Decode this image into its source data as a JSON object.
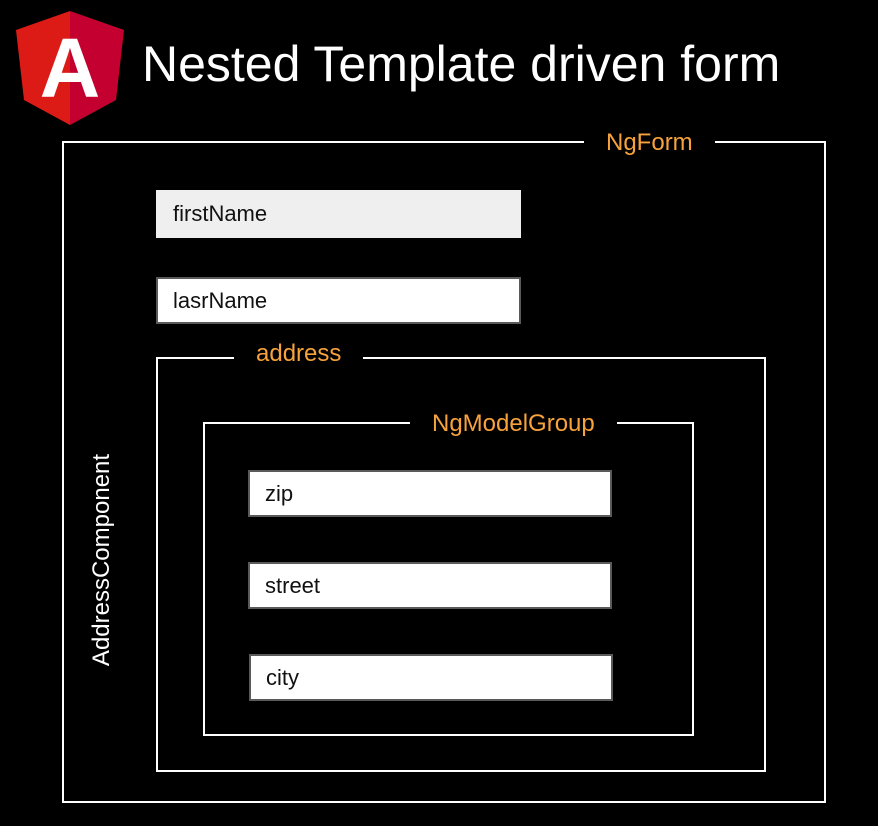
{
  "header": {
    "title": "Nested Template driven form",
    "logo": "angular-logo",
    "logo_letter": "A"
  },
  "colors": {
    "background": "#000000",
    "frame": "#ffffff",
    "label_accent": "#f7a23c",
    "logo_left": "#dd1b16",
    "logo_right": "#c3002f"
  },
  "ng_form": {
    "label": "NgForm"
  },
  "fields": {
    "first_name": "firstName",
    "last_name": "lasrName",
    "zip": "zip",
    "street": "street",
    "city": "city"
  },
  "address_group": {
    "label": "address"
  },
  "ng_model_group": {
    "label": "NgModelGroup"
  },
  "address_component": {
    "label": "AddressComponent"
  }
}
